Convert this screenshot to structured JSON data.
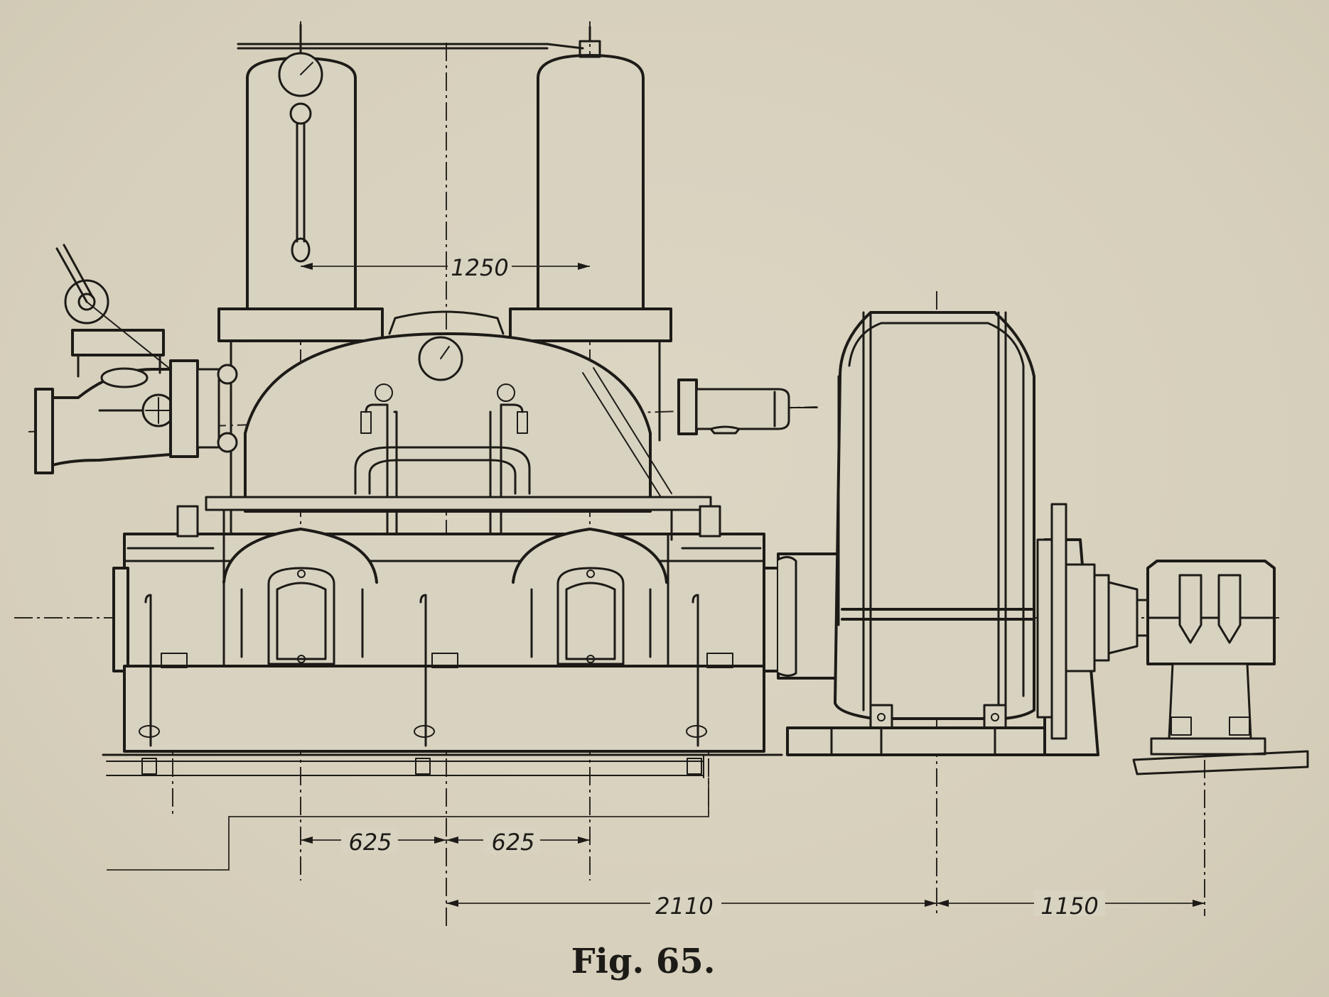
{
  "figure": {
    "caption": "Fig. 65."
  },
  "dimensions": {
    "receiver_spacing": "1250",
    "left_bay": "625",
    "right_bay": "625",
    "pump_to_motor": "2110",
    "motor_to_bearing": "1150"
  },
  "colors": {
    "paper": "#d8d2c0",
    "ink": "#1d1b17"
  }
}
